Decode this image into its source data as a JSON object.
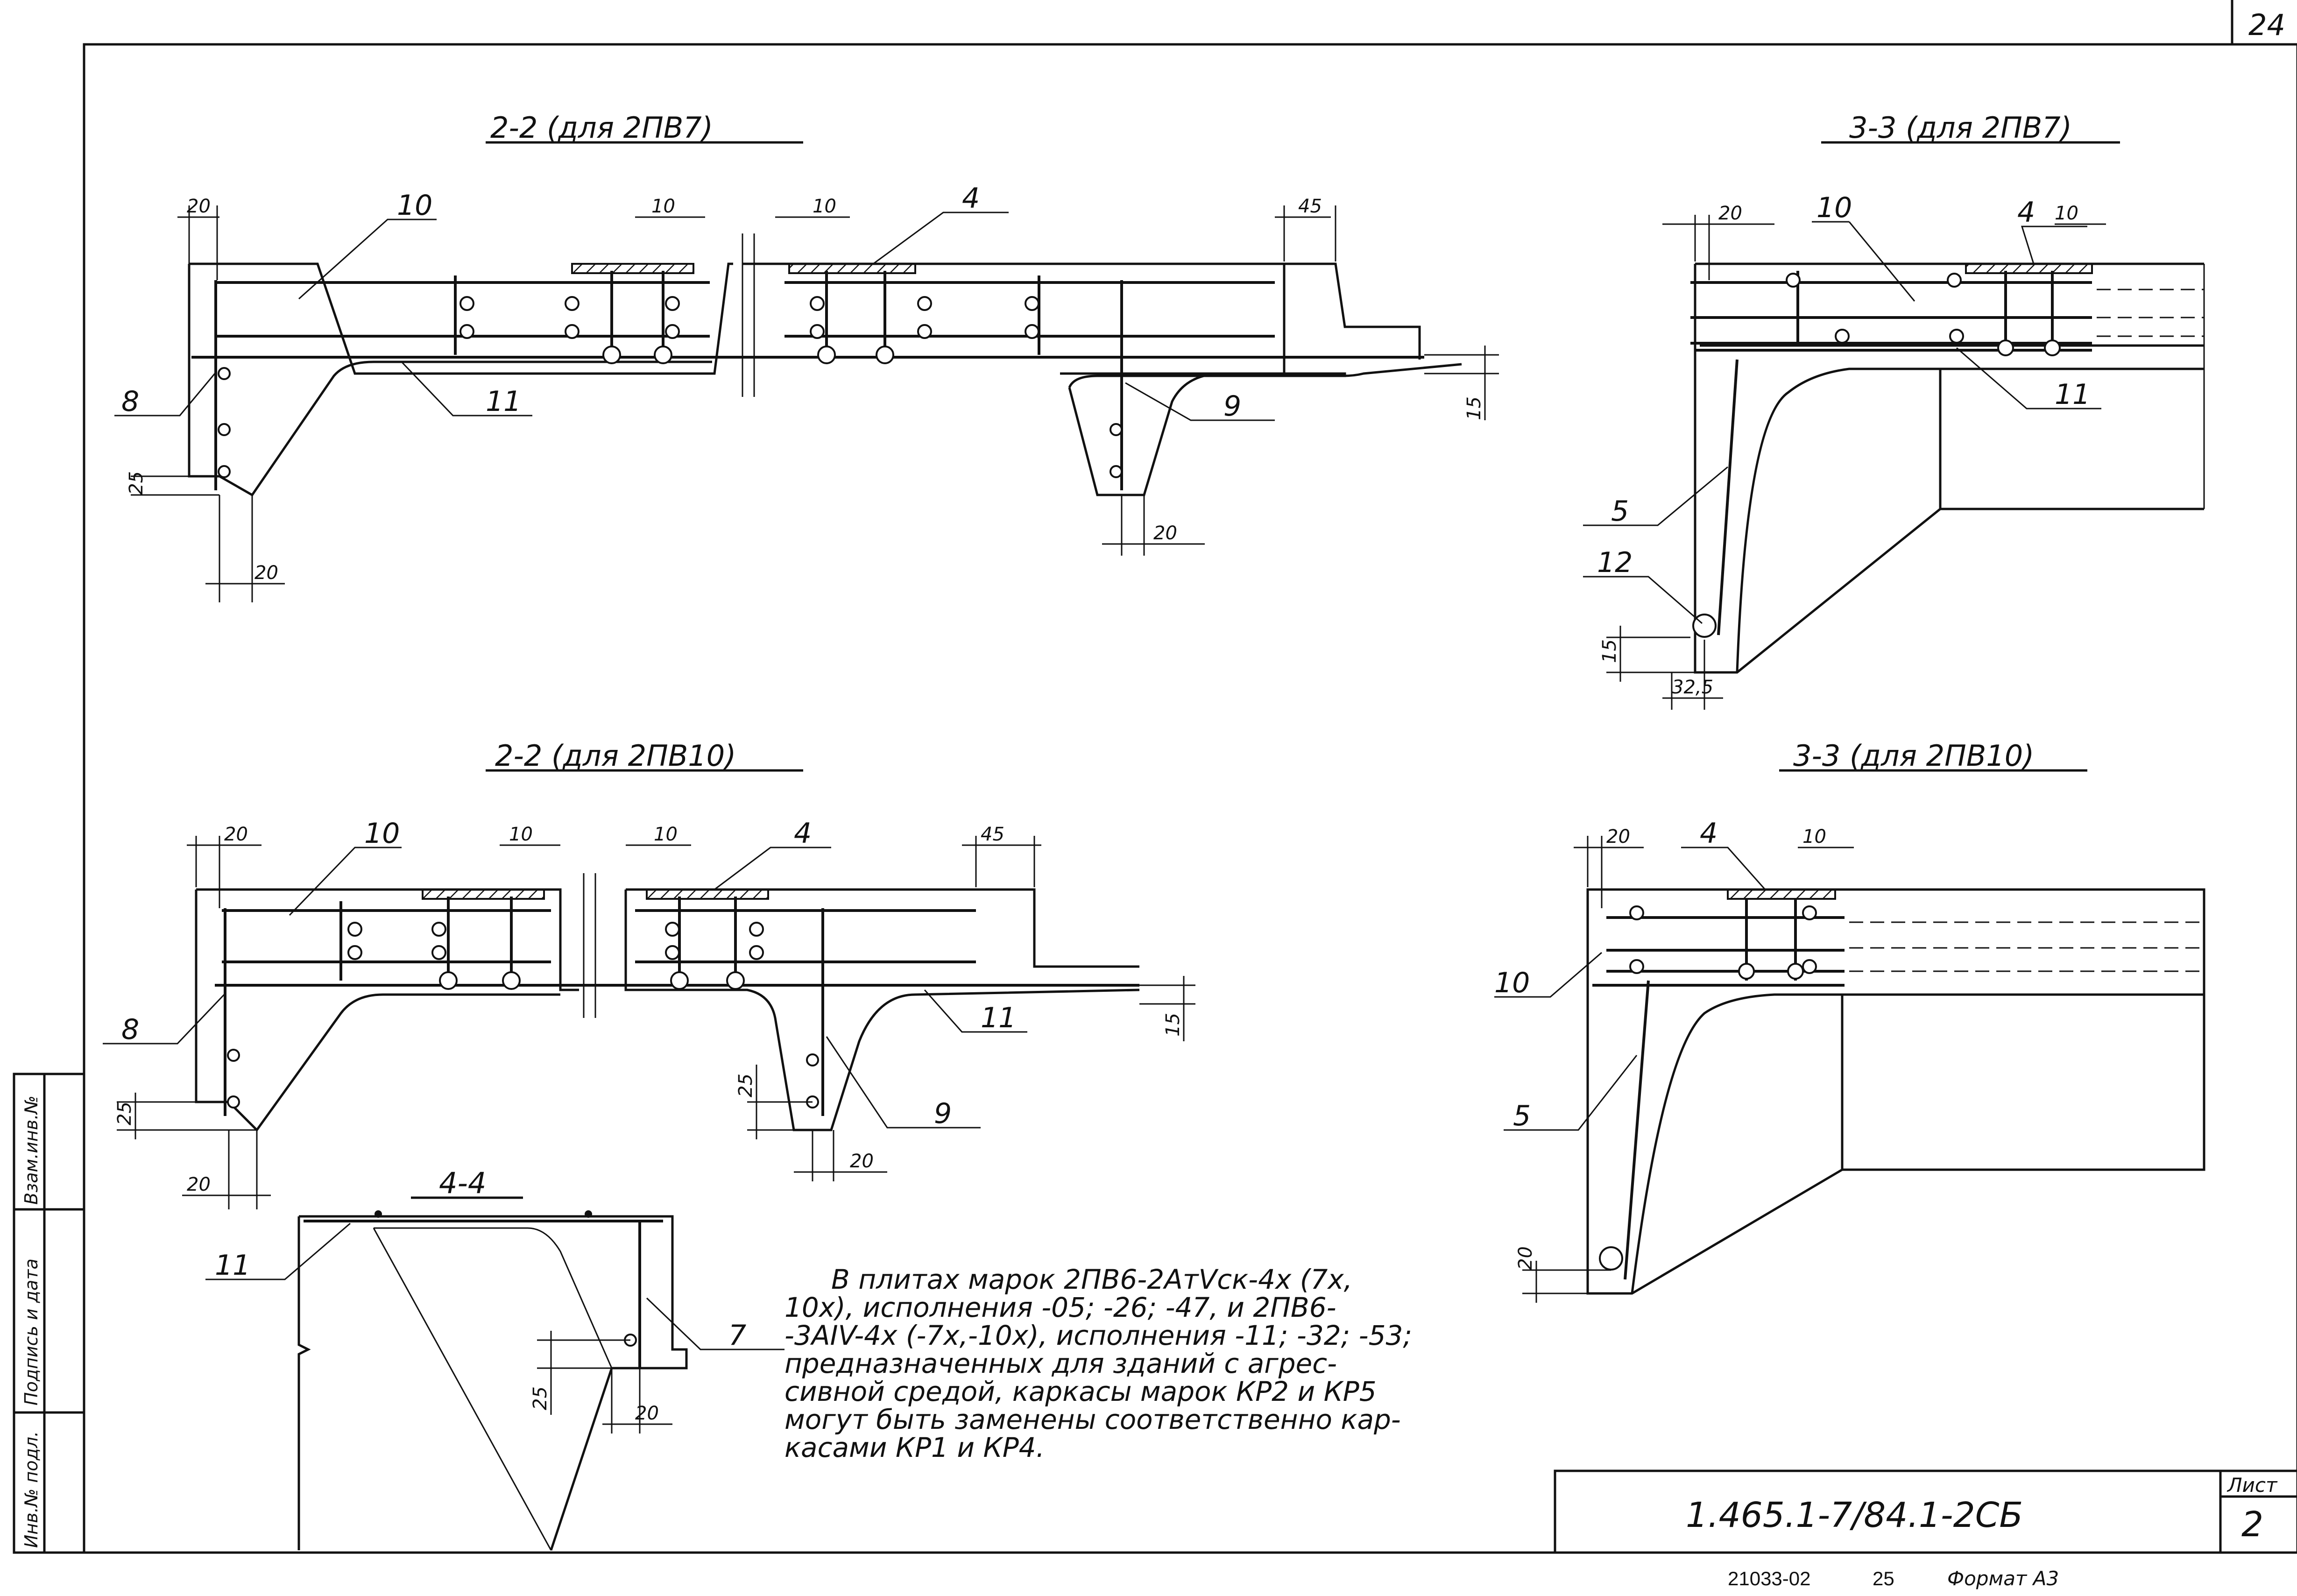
{
  "sheet": {
    "page_corner_number": "24",
    "side_stamp": [
      "Инв.№ подл.",
      "Подпись и дата",
      "Взам.инв.№"
    ],
    "code": "1.465.1-7/84.1-2СБ",
    "sheet_label": "Лист",
    "sheet_number": "2",
    "footer": {
      "order": "21033-02",
      "copy": "25",
      "format": "Формат А3"
    }
  },
  "views": {
    "v1": {
      "title": "2-2 (для 2ПВ7)",
      "marks": [
        "10",
        "4",
        "8",
        "11",
        "9"
      ],
      "dims": [
        "20",
        "10",
        "10",
        "45",
        "25",
        "15",
        "20",
        "20"
      ]
    },
    "v2": {
      "title": "3-3 (для 2ПВ7)",
      "marks": [
        "10",
        "4",
        "11",
        "5",
        "12"
      ],
      "dims": [
        "20",
        "10",
        "15",
        "32,5"
      ]
    },
    "v3": {
      "title": "2-2 (для 2ПВ10)",
      "marks": [
        "10",
        "4",
        "8",
        "11",
        "9"
      ],
      "dims": [
        "20",
        "10",
        "10",
        "45",
        "25",
        "15",
        "20",
        "25",
        "20"
      ]
    },
    "v4": {
      "title": "3-3 (для 2ПВ10)",
      "marks": [
        "4",
        "10",
        "5"
      ],
      "dims": [
        "20",
        "10",
        "20"
      ]
    },
    "v5": {
      "title": "4-4",
      "marks": [
        "11",
        "7"
      ],
      "dims": [
        "25",
        "20"
      ]
    }
  },
  "note": [
    "В плитах марок 2ПВ6-2АтVск-4х (7х,",
    "10х), исполнения -05; -26; -47, и 2ПВ6-",
    "-3АIV-4х (-7х,-10х), исполнения -11; -32; -53;",
    "предназначенных для зданий с агрес-",
    "сивной средой, каркасы марок КР2 и КР5",
    "могут быть заменены соответственно кар-",
    "касами КР1 и КР4."
  ]
}
